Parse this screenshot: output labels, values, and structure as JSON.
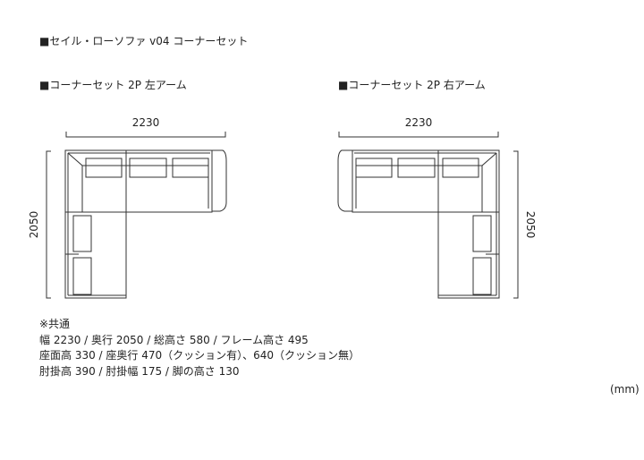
{
  "title": "■セイル・ローソファ v04 コーナーセット",
  "diagrams": [
    {
      "heading": "■コーナーセット 2P 左アーム",
      "width": "2230",
      "depth": "2050"
    },
    {
      "heading": "■コーナーセット 2P 右アーム",
      "width": "2230",
      "depth": "2050"
    }
  ],
  "notes": {
    "header": "※共通",
    "lines": [
      "幅 2230 / 奥行 2050 / 総高さ 580 / フレーム高さ 495",
      "座面高 330 / 座奥行 470（クッション有）、640（クッション無）",
      "肘掛高 390 / 肘掛幅 175 / 脚の高さ 130"
    ]
  },
  "unit": "(mm)"
}
